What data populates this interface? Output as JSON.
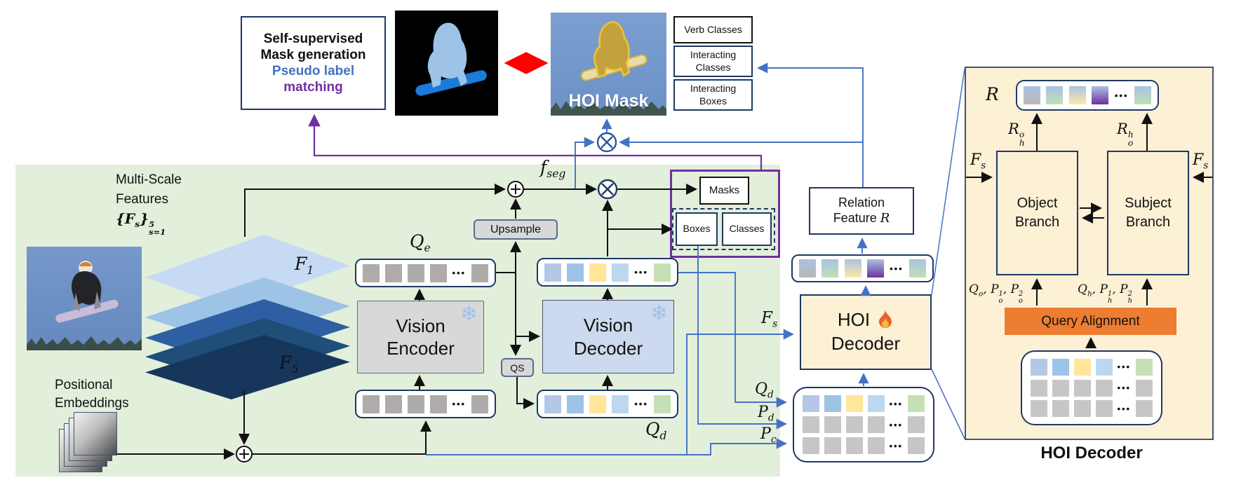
{
  "colors": {
    "accent_blue": "#4472C4",
    "purple": "#7030A0",
    "navy": "#1F3864",
    "pipeline_green": "#E2EFDA",
    "panel_cream": "#FCF0D5",
    "orange": "#ED7D31",
    "red": "#FF0000",
    "snowflake_blue": "#9DC3E6"
  },
  "top": {
    "ssl_box": {
      "line1": "Self-supervised",
      "line2": "Mask generation",
      "line3": "Pseudo label",
      "line4": "matching"
    },
    "hoi_mask_caption": "HOI Mask",
    "verb_classes": "Verb Classes",
    "interacting_classes_1": "Interacting",
    "interacting_classes_2": "Classes",
    "interacting_boxes_1": "Interacting",
    "interacting_boxes_2": "Boxes"
  },
  "pipeline": {
    "multi_scale_1": "Multi-Scale",
    "multi_scale_2": "Features",
    "positional_1": "Positional",
    "positional_2": "Embeddings",
    "vision_encoder_1": "Vision",
    "vision_encoder_2": "Encoder",
    "vision_decoder_1": "Vision",
    "vision_decoder_2": "Decoder",
    "upsample": "Upsample",
    "qs": "QS",
    "snowflake": "❄",
    "masks": "Masks",
    "boxes": "Boxes",
    "classes": "Classes",
    "relation_line1": "Relation",
    "relation_feature": "Feature",
    "relation_R": "R",
    "hoi_line1": "HOI",
    "hoi_line2": "Decoder"
  },
  "math": {
    "msf": {
      "open": "{",
      "f": "F",
      "fsub": "s",
      "close": "}",
      "sup": "5",
      "sub": "s=1"
    },
    "f1": {
      "base": "F",
      "sub": "1"
    },
    "f5": {
      "base": "F",
      "sub": "5"
    },
    "qe": {
      "base": "Q",
      "sub": "e"
    },
    "qd": {
      "base": "Q",
      "sub": "d"
    },
    "fs": {
      "base": "F",
      "sub": "s"
    },
    "pd": {
      "base": "P",
      "sub": "d"
    },
    "pc": {
      "base": "P",
      "sub": "c"
    },
    "fseg": {
      "base": "f",
      "sub": "seg"
    }
  },
  "panel": {
    "r": "R",
    "rho": {
      "base": "R",
      "sup": "o",
      "sub": "h"
    },
    "roh": {
      "base": "R",
      "sup": "h",
      "sub": "o"
    },
    "qo": {
      "t1": "Q",
      "t1sub": "o",
      "t2": ", P",
      "t2sup": "1",
      "t2sub": "o",
      "t3": ", P",
      "t3sup": "2",
      "t3sub": "o"
    },
    "qh": {
      "t1": "Q",
      "t1sub": "h",
      "t2": ", P",
      "t2sup": "1",
      "t2sub": "h",
      "t3": ", P",
      "t3sup": "2",
      "t3sub": "h"
    },
    "object_1": "Object",
    "object_2": "Branch",
    "subject_1": "Subject",
    "subject_2": "Branch",
    "query_alignment": "Query Alignment",
    "caption": "HOI Decoder"
  },
  "tokens": {
    "gray_row": [
      "#AFABAB",
      "#AFABAB",
      "#AFABAB",
      "#AFABAB",
      "dots",
      "#AFABAB"
    ],
    "colored_row": [
      "#B4C7E7",
      "#9DC3E6",
      "#FFE699",
      "#BDD7EE",
      "dots",
      "#C5E0B4"
    ],
    "gray_grid_row": [
      "#C6C6C6",
      "#C6C6C6",
      "#C6C6C6",
      "#C6C6C6",
      "dots",
      "#C6C6C6"
    ],
    "r_row": [
      "grad:#A9C2E2,#B8B8B8",
      "grad:#A9C2E2,#BFE0B8",
      "grad:#A9C2E2,#FFE9A8",
      "grad:#A9C2E2,#7030A0",
      "dots",
      "grad:#A9C2E2,#BFE0B8"
    ]
  }
}
